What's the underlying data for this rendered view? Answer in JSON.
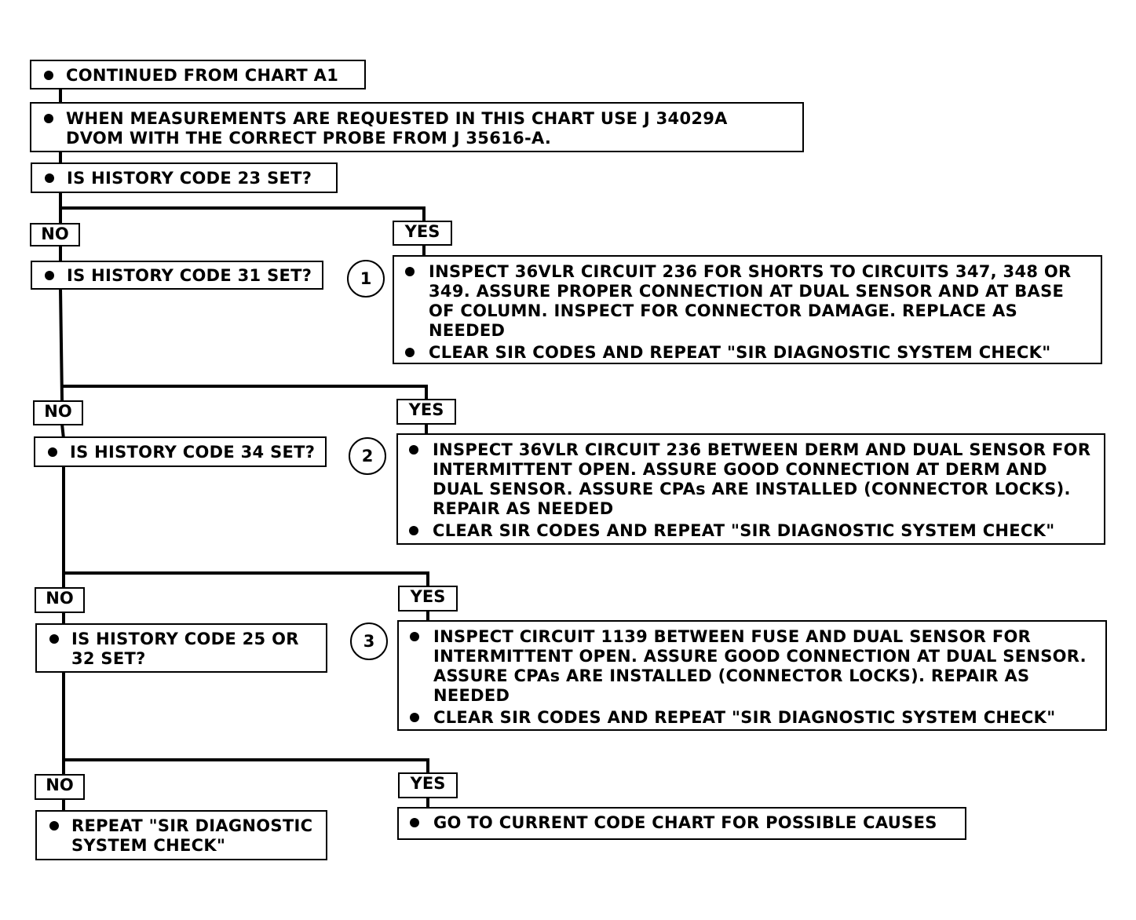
{
  "start": {
    "text": "CONTINUED FROM CHART A1"
  },
  "note": {
    "lines": [
      "WHEN MEASUREMENTS ARE REQUESTED IN THIS CHART USE J 34029A",
      "DVOM WITH THE CORRECT PROBE FROM J 35616-A."
    ]
  },
  "labels": {
    "no": "NO",
    "yes": "YES"
  },
  "questions": [
    {
      "lines": [
        "IS HISTORY CODE 23 SET?"
      ]
    },
    {
      "lines": [
        "IS HISTORY CODE 31 SET?"
      ]
    },
    {
      "lines": [
        "IS HISTORY CODE 34 SET?"
      ]
    },
    {
      "lines": [
        "IS HISTORY CODE 25 OR",
        "32 SET?"
      ]
    }
  ],
  "actions": [
    {
      "number": "1",
      "items": [
        [
          "INSPECT 36VLR CIRCUIT 236 FOR SHORTS TO CIRCUITS 347, 348 OR",
          "349.  ASSURE PROPER CONNECTION AT DUAL SENSOR AND AT BASE",
          "OF COLUMN.  INSPECT FOR CONNECTOR DAMAGE.  REPLACE AS",
          "NEEDED"
        ],
        [
          "CLEAR SIR CODES AND REPEAT \"SIR DIAGNOSTIC SYSTEM CHECK\""
        ]
      ]
    },
    {
      "number": "2",
      "items": [
        [
          "INSPECT 36VLR CIRCUIT 236 BETWEEN DERM AND DUAL SENSOR FOR",
          "INTERMITTENT OPEN.  ASSURE GOOD CONNECTION AT DERM AND",
          "DUAL SENSOR.  ASSURE CPAs ARE INSTALLED (CONNECTOR LOCKS).",
          "REPAIR AS NEEDED"
        ],
        [
          "CLEAR SIR CODES AND REPEAT \"SIR DIAGNOSTIC SYSTEM CHECK\""
        ]
      ]
    },
    {
      "number": "3",
      "items": [
        [
          "INSPECT CIRCUIT 1139 BETWEEN FUSE AND DUAL SENSOR FOR",
          "INTERMITTENT OPEN.  ASSURE GOOD CONNECTION AT DUAL SENSOR.",
          "ASSURE CPAs ARE INSTALLED (CONNECTOR LOCKS).  REPAIR AS",
          "NEEDED"
        ],
        [
          "CLEAR SIR CODES AND REPEAT \"SIR DIAGNOSTIC SYSTEM CHECK\""
        ]
      ]
    }
  ],
  "final_no": {
    "lines": [
      "REPEAT \"SIR DIAGNOSTIC",
      "SYSTEM CHECK\""
    ]
  },
  "final_yes": {
    "lines": [
      "GO TO CURRENT CODE CHART FOR POSSIBLE CAUSES"
    ]
  }
}
